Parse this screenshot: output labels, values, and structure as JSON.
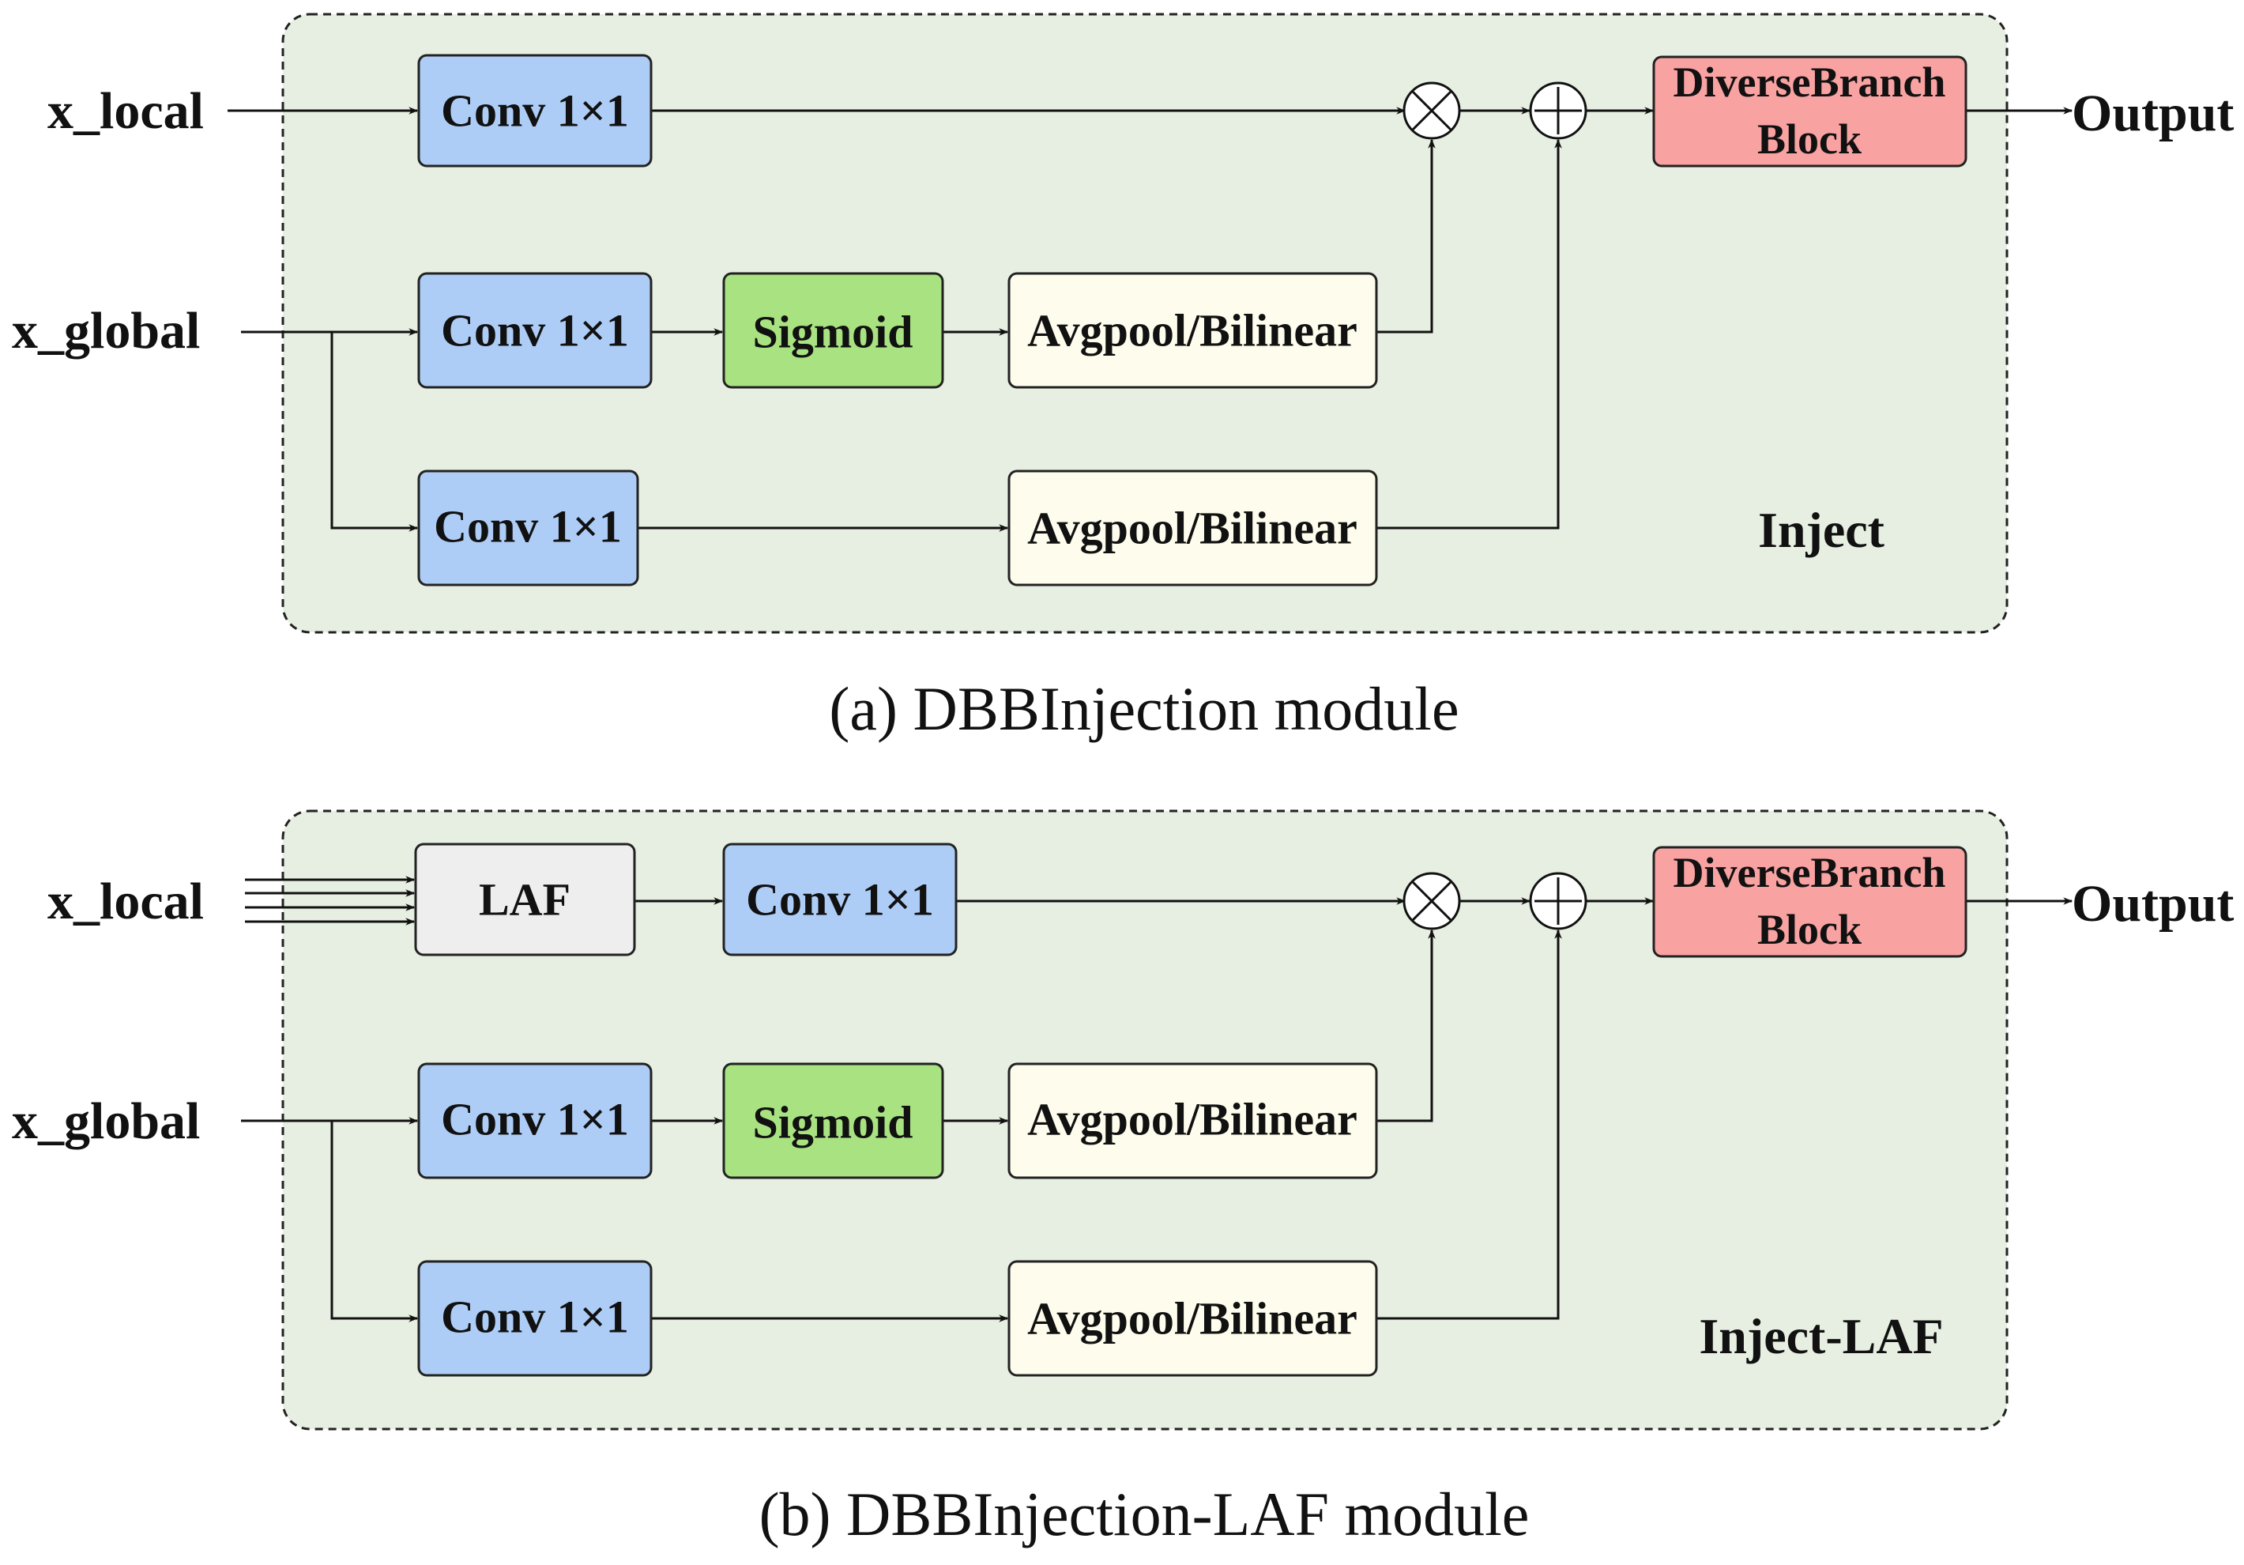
{
  "panel_a": {
    "inputs": {
      "local": "x_local",
      "global": "x_global"
    },
    "boxes": {
      "conv_local": "Conv 1×1",
      "conv_global": "Conv 1×1",
      "sigmoid": "Sigmoid",
      "avgpool_1": "Avgpool/Bilinear",
      "conv_global_2": "Conv 1×1",
      "avgpool_2": "Avgpool/Bilinear",
      "dbb_line1": "DiverseBranch",
      "dbb_line2": "Block"
    },
    "output": "Output",
    "tag": "Inject",
    "caption": "(a) DBBInjection module"
  },
  "panel_b": {
    "inputs": {
      "local": "x_local",
      "global": "x_global"
    },
    "boxes": {
      "laf": "LAF",
      "conv_local": "Conv 1×1",
      "conv_global": "Conv 1×1",
      "sigmoid": "Sigmoid",
      "avgpool_1": "Avgpool/Bilinear",
      "conv_global_2": "Conv 1×1",
      "avgpool_2": "Avgpool/Bilinear",
      "dbb_line1": "DiverseBranch",
      "dbb_line2": "Block"
    },
    "output": "Output",
    "tag": "Inject-LAF",
    "caption": "(b) DBBInjection-LAF module"
  },
  "colors": {
    "panel_bg": "#e6efe1",
    "conv": "#aecdf6",
    "sigmoid": "#a8e281",
    "avgpool": "#fefcec",
    "dbb": "#f8a2a2",
    "laf": "#eeeeee"
  },
  "icons": {
    "multiply": "circled-times-icon",
    "add": "circled-plus-icon"
  }
}
